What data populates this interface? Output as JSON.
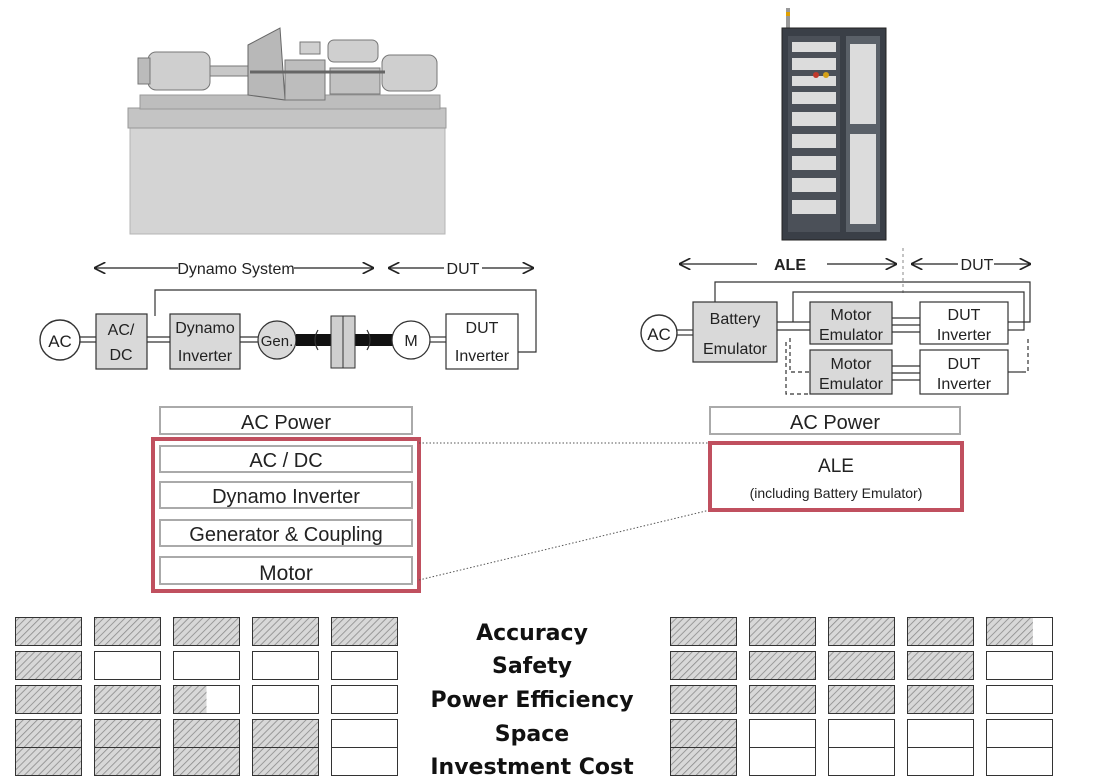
{
  "left": {
    "arrow_dynamo_label": "Dynamo System",
    "arrow_dut_label": "DUT",
    "blocks": {
      "ac": "AC",
      "acdc_line1": "AC/",
      "acdc_line2": "DC",
      "dyn_inv_line1": "Dynamo",
      "dyn_inv_line2": "Inverter",
      "gen": "Gen.",
      "motor": "M",
      "dut_inv_line1": "DUT",
      "dut_inv_line2": "Inverter"
    },
    "stack": {
      "power": "AC Power",
      "items": [
        "AC / DC",
        "Dynamo Inverter",
        "Generator & Coupling",
        "Motor"
      ]
    }
  },
  "right": {
    "arrow_ale_label": "ALE",
    "arrow_dut_label": "DUT",
    "blocks": {
      "ac": "AC",
      "bat_line1": "Battery",
      "bat_line2": "Emulator",
      "motor_emu_line1": "Motor",
      "motor_emu_line2": "Emulator",
      "dut_inv_line1": "DUT",
      "dut_inv_line2": "Inverter"
    },
    "stack": {
      "power": "AC Power",
      "ale_title": "ALE",
      "ale_sub": "(including Battery Emulator)"
    }
  },
  "criteria": [
    "Accuracy",
    "Safety",
    "Power Efficiency",
    "Space",
    "Investment Cost"
  ],
  "ratings": {
    "scale_max": 5,
    "dynamo_system": [
      5,
      1,
      2.5,
      4,
      4
    ],
    "ale": [
      4.7,
      4,
      4,
      1,
      1
    ]
  },
  "colors": {
    "highlight": "#c0505f",
    "block_fill": "#d9d9d9",
    "hatch": "#8a8a8a"
  }
}
